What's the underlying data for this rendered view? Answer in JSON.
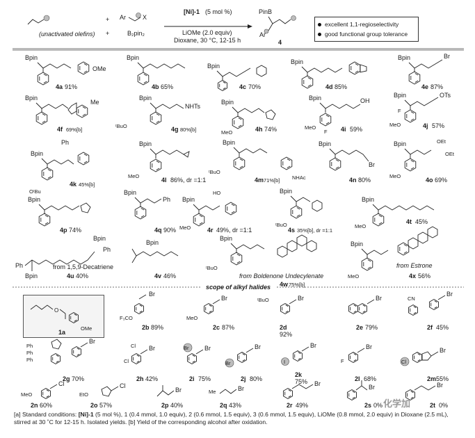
{
  "header": {
    "reagent_alkene_label": "(unactivated olefins)",
    "plus1": "+",
    "plus2": "+",
    "plus3": "+",
    "arylhalide": {
      "ar": "Ar",
      "x": "X"
    },
    "b2pin2": "B₂pin₂",
    "catalyst": "[Ni]-1",
    "catalyst_loading": "(5 mol %)",
    "base": "LiOMe (2.0 equiv)",
    "solvent": "Dioxane, 30 °C, 12-15 h",
    "product_pinb": "PinB",
    "product_ar": "Ar",
    "product_number": "4"
  },
  "legend": {
    "items": [
      "excellent 1,1-regioselectivity",
      "good functional group tolerance"
    ]
  },
  "products": [
    {
      "id": "4a",
      "yield": "91%",
      "subs": [
        "Bpin",
        "OMe"
      ]
    },
    {
      "id": "4b",
      "yield": "65%",
      "subs": [
        "Bpin"
      ]
    },
    {
      "id": "4c",
      "yield": "70%",
      "subs": [
        "Bpin"
      ]
    },
    {
      "id": "4d",
      "yield": "85%",
      "subs": [
        "Bpin"
      ]
    },
    {
      "id": "4e",
      "yield": "87%",
      "subs": [
        "Bpin",
        "Br"
      ]
    },
    {
      "id": "4f",
      "yield": "69%[b]",
      "subs": [
        "Bpin",
        "Me"
      ]
    },
    {
      "id": "4g",
      "yield": "80%[b]",
      "subs": [
        "Bpin",
        "NHTs",
        "ᵗBuO"
      ]
    },
    {
      "id": "4h",
      "yield": "74%",
      "subs": [
        "Bpin",
        "MeO"
      ]
    },
    {
      "id": "4i",
      "yield": "59%",
      "subs": [
        "Bpin",
        "OH",
        "MeO",
        "F"
      ]
    },
    {
      "id": "4j",
      "yield": "57%",
      "subs": [
        "Bpin",
        "OTs",
        "F",
        "MeO"
      ]
    },
    {
      "id": "4k",
      "yield": "45%[b]",
      "subs": [
        "Bpin",
        "Ph",
        "OᵗBu"
      ]
    },
    {
      "id": "4l",
      "yield": "86%, dr =1:1",
      "subs": [
        "Bpin",
        "MeO"
      ]
    },
    {
      "id": "4m",
      "yield": "71%[b]",
      "subs": [
        "Bpin",
        "ᵗBuO",
        "NHAc"
      ]
    },
    {
      "id": "4n",
      "yield": "80%",
      "subs": [
        "Bpin",
        "Br"
      ]
    },
    {
      "id": "4o",
      "yield": "69%",
      "subs": [
        "Bpin",
        "OEt",
        "OEt",
        "MeO"
      ]
    },
    {
      "id": "4p",
      "yield": "74%",
      "subs": [
        "Bpin"
      ]
    },
    {
      "id": "4q",
      "yield": "90%",
      "subs": [
        "Bpin",
        "Ph"
      ]
    },
    {
      "id": "4r",
      "yield": "49%, dr =1:1",
      "subs": [
        "Bpin",
        "HO",
        "MeO"
      ]
    },
    {
      "id": "4s",
      "yield": "35%[b], dr =1:1",
      "subs": [
        "Bpin",
        "ᵗBuO"
      ]
    },
    {
      "id": "4t",
      "yield": "45%",
      "subs": [
        "Bpin",
        "MeO"
      ]
    },
    {
      "id": "4u",
      "yield": "40%",
      "note": "from 1,5,9-Decatriene",
      "subs": [
        "Bpin",
        "Bpin",
        "Ph",
        "Ph"
      ]
    },
    {
      "id": "4v",
      "yield": "46%",
      "subs": [
        "Bpin"
      ]
    },
    {
      "id": "4w",
      "yield": "75%[b]",
      "note": "from Boldenone Undecylenate",
      "subs": [
        "Bpin",
        "ᵗBuO"
      ]
    },
    {
      "id": "4x",
      "yield": "56%",
      "note": "from Estrone",
      "subs": [
        "Bpin",
        "MeO"
      ]
    }
  ],
  "halide_section_title": "scope of alkyl halides",
  "olefin_1a": {
    "id": "1a",
    "subs": [
      "OMe"
    ]
  },
  "halides": [
    {
      "id": "2b",
      "yield": "89%",
      "subs": [
        "F₃CO",
        "Br"
      ]
    },
    {
      "id": "2c",
      "yield": "87%",
      "subs": [
        "MeO",
        "Br"
      ]
    },
    {
      "id": "2d",
      "yield": "92%",
      "subs": [
        "ᵗBuO",
        "Br"
      ]
    },
    {
      "id": "2e",
      "yield": "79%",
      "subs": [
        "Br"
      ]
    },
    {
      "id": "2f",
      "yield": "45%",
      "subs": [
        "CN",
        "Br"
      ]
    },
    {
      "id": "2g",
      "yield": "70%",
      "subs": [
        "Ph",
        "Ph",
        "Ph",
        "Br"
      ]
    },
    {
      "id": "2h",
      "yield": "42%",
      "subs": [
        "Cl",
        "Cl",
        "Br"
      ]
    },
    {
      "id": "2i",
      "yield": "75%",
      "subs": [
        "Br",
        "Br"
      ]
    },
    {
      "id": "2j",
      "yield": "80%",
      "subs": [
        "Br",
        "Br"
      ]
    },
    {
      "id": "2k",
      "yield": "75%",
      "subs": [
        "I",
        "Br"
      ]
    },
    {
      "id": "2l",
      "yield": "68%",
      "subs": [
        "F",
        "Br"
      ]
    },
    {
      "id": "2m",
      "yield": "55%",
      "subs": [
        "Cl",
        "Br"
      ]
    },
    {
      "id": "2n",
      "yield": "60%",
      "subs": [
        "MeO",
        "Cl"
      ]
    },
    {
      "id": "2o",
      "yield": "57%",
      "subs": [
        "EtO",
        "Cl"
      ]
    },
    {
      "id": "2p",
      "yield": "40%",
      "subs": [
        "Br"
      ]
    },
    {
      "id": "2q",
      "yield": "43%",
      "subs": [
        "Me",
        "Br"
      ]
    },
    {
      "id": "2r",
      "yield": "49%",
      "subs": [
        "Br"
      ]
    },
    {
      "id": "2s",
      "yield": "0%",
      "subs": [
        "Br"
      ]
    },
    {
      "id": "2t",
      "yield": "0%",
      "subs": [
        "Br"
      ]
    }
  ],
  "footnotes": {
    "a_prefix": "[a] Standard conditions: ",
    "a_cat": "[Ni]-1",
    "a_text": " (5 mol %), 1 (0.4 mmol, 1.0 equiv), 2 (0.6 mmol, 1.5 equiv), 3 (0.6 mmol, 1.5 equiv), LiOMe (0.8 mmol, 2.0 equiv) in Dioxane (2.5 mL), stirred at 30 ˚C for 12-15 h. Isolated yields. [b] Yield of the corresponding alcohol after oxidation."
  },
  "watermark": "化学加"
}
